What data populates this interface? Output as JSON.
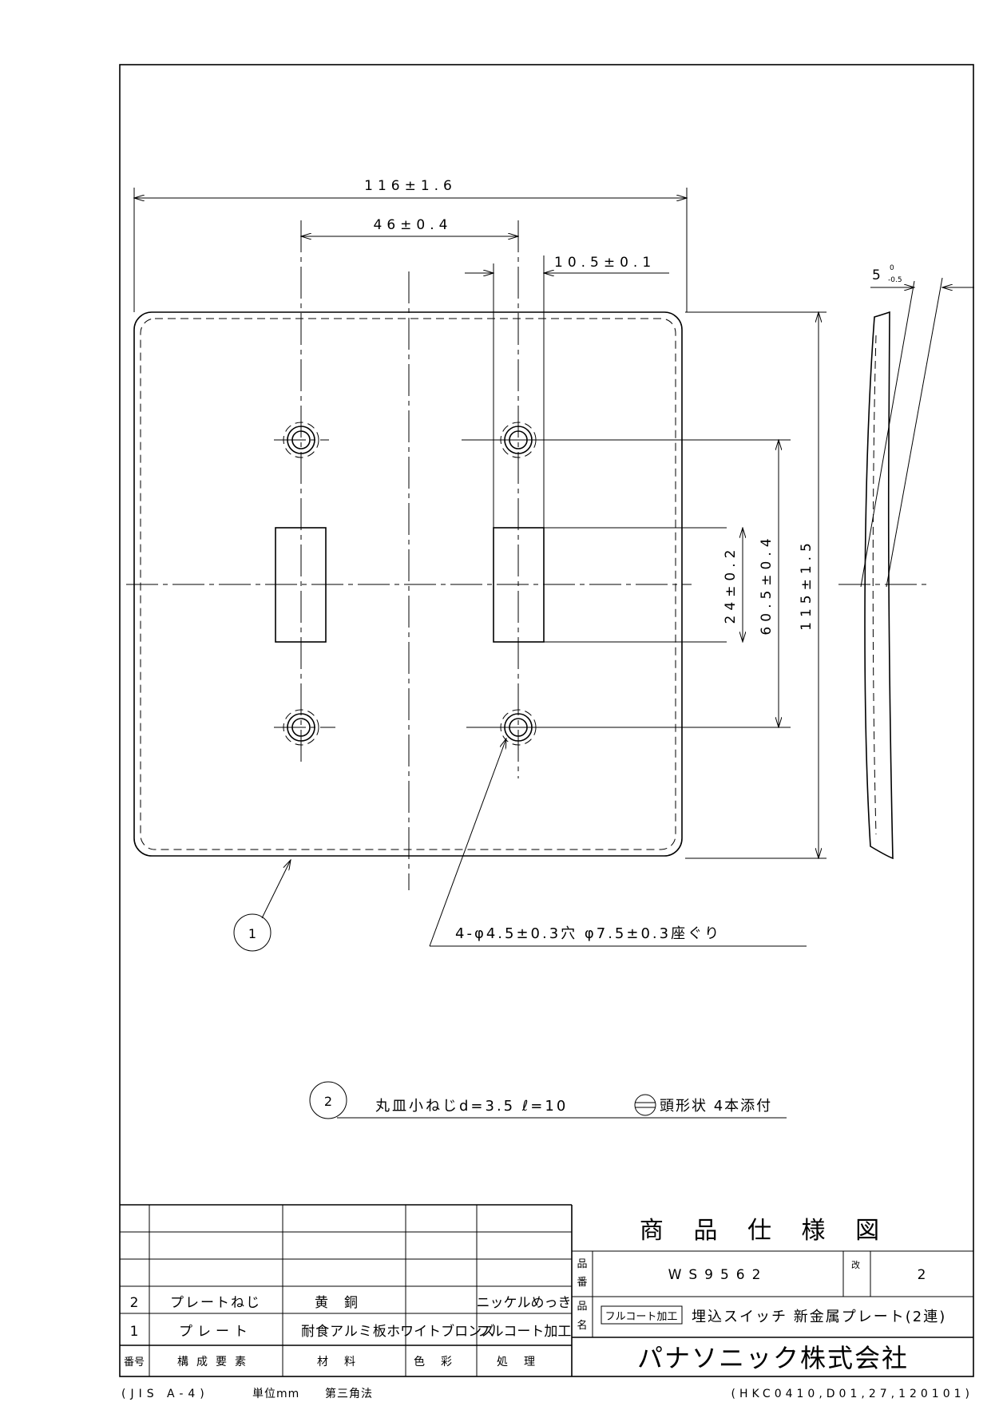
{
  "dimensions": {
    "width_overall": "116±1.6",
    "hole_pitch_x": "46±0.4",
    "slot_width": "10.5±0.1",
    "thickness": "5",
    "thickness_tol_upper": "0",
    "thickness_tol_lower": "-0.5",
    "slot_height": "24±0.2",
    "hole_pitch_y": "60.5±0.4",
    "height_overall": "115±1.5"
  },
  "callouts": {
    "part1_number": "1",
    "hole_note": "4-φ4.5±0.3穴 φ7.5±0.3座ぐり",
    "part2_number": "2",
    "screw_note_prefix": "丸皿小ねじd=3.5  ℓ=10",
    "screw_note_suffix": "頭形状 4本添付"
  },
  "title_block": {
    "title": "商 品 仕 様 図",
    "part_no_label_1": "品",
    "part_no_label_2": "番",
    "part_no": "WS9562",
    "rev_label": "改",
    "rev": "2",
    "name_label_1": "品",
    "name_label_2": "名",
    "name_tag": "フルコート加工",
    "name": "埋込スイッチ 新金属プレート(2連)",
    "company": "パナソニック株式会社"
  },
  "parts_table": {
    "headers": [
      "番号",
      "構成要素",
      "材料",
      "色彩",
      "処理"
    ],
    "rows": [
      [
        "2",
        "プレートねじ",
        "黄銅",
        "",
        "ニッケルめっき"
      ],
      [
        "1",
        "プレート",
        "耐食アルミ板",
        "ホワイトブロンズ",
        "フルコート加工"
      ]
    ]
  },
  "footer": {
    "standard": "(JIS A-4)",
    "unit": "単位mm",
    "projection": "第三角法",
    "doc_code": "(HKC0410,D01,27,120101)"
  }
}
